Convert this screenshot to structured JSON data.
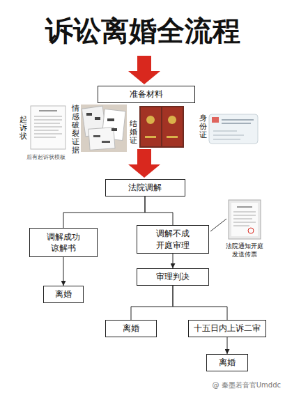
{
  "diagram": {
    "title": "诉讼离婚全流程",
    "nodes": [
      {
        "text": [
          "准备材料"
        ]
      },
      {
        "text": [
          "法院调解"
        ]
      },
      {
        "text": [
          "调解成功 谅解书"
        ]
      },
      {
        "text": [
          "调解不成 开庭审理"
        ]
      },
      {
        "text": [
          "离婚"
        ]
      },
      {
        "text": [
          "审理判决"
        ]
      },
      {
        "text": [
          "离婚"
        ]
      },
      {
        "text": [
          "十五日内上诉二审"
        ]
      },
      {
        "text": [
          "离婚"
        ]
      }
    ],
    "edges": [
      {
        "from": 1,
        "to": 2,
        "arrow": "none"
      },
      {
        "from": 1,
        "to": 3,
        "arrow": "none"
      },
      {
        "from": 2,
        "to": 4,
        "arrow": "to"
      },
      {
        "from": 3,
        "to": 5,
        "arrow": "to"
      },
      {
        "from": 5,
        "to": 6,
        "arrow": "none"
      },
      {
        "from": 5,
        "to": 7,
        "arrow": "none"
      },
      {
        "from": 7,
        "to": 8,
        "arrow": "to"
      }
    ],
    "labels": [
      "起诉状",
      "后有起诉状模板",
      "情感破裂证据",
      "结婚证",
      "身份证",
      "法院通知开庭 发送传票",
      "@ 秦墨若音官Umddc"
    ]
  }
}
